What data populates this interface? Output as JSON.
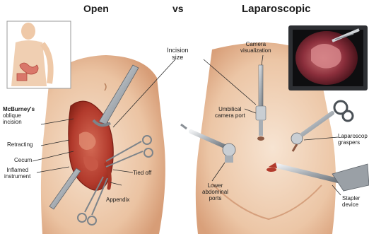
{
  "header": {
    "left_title": "Open",
    "middle_title": "vs",
    "right_title": "Laparoscopic"
  },
  "labels": {
    "incision_size": [
      "Incision",
      "size"
    ],
    "mcburney_bold": "McBurney's",
    "mcburney_rest": [
      "oblique",
      "incision"
    ],
    "retracting": "Retracting",
    "cecum": "Cecum",
    "inflamed": [
      "Inflamed",
      "instrument"
    ],
    "tied_off": "Tied off",
    "appendix": "Appendix",
    "camera_visualization": [
      "Camera",
      "visualization"
    ],
    "umbilical": [
      "Umbilical",
      "camera port"
    ],
    "lower_ports": [
      "Lower",
      "abdominal",
      "ports"
    ],
    "laparoscopic_graspers": [
      "Laparoscop",
      "graspers"
    ],
    "stapler": [
      "Stapler",
      "device"
    ]
  },
  "colors": {
    "skin_light": "#f4dcc6",
    "skin_mid": "#e9bf9c",
    "skin_shadow": "#d9a27c",
    "incision_red": "#b23a2c",
    "tissue": "#c45a48",
    "metal": "#b9bec4",
    "metal_dark": "#6e747a",
    "monitor_frame": "#2d2f33",
    "monitor_screen": "#7a2a36"
  }
}
